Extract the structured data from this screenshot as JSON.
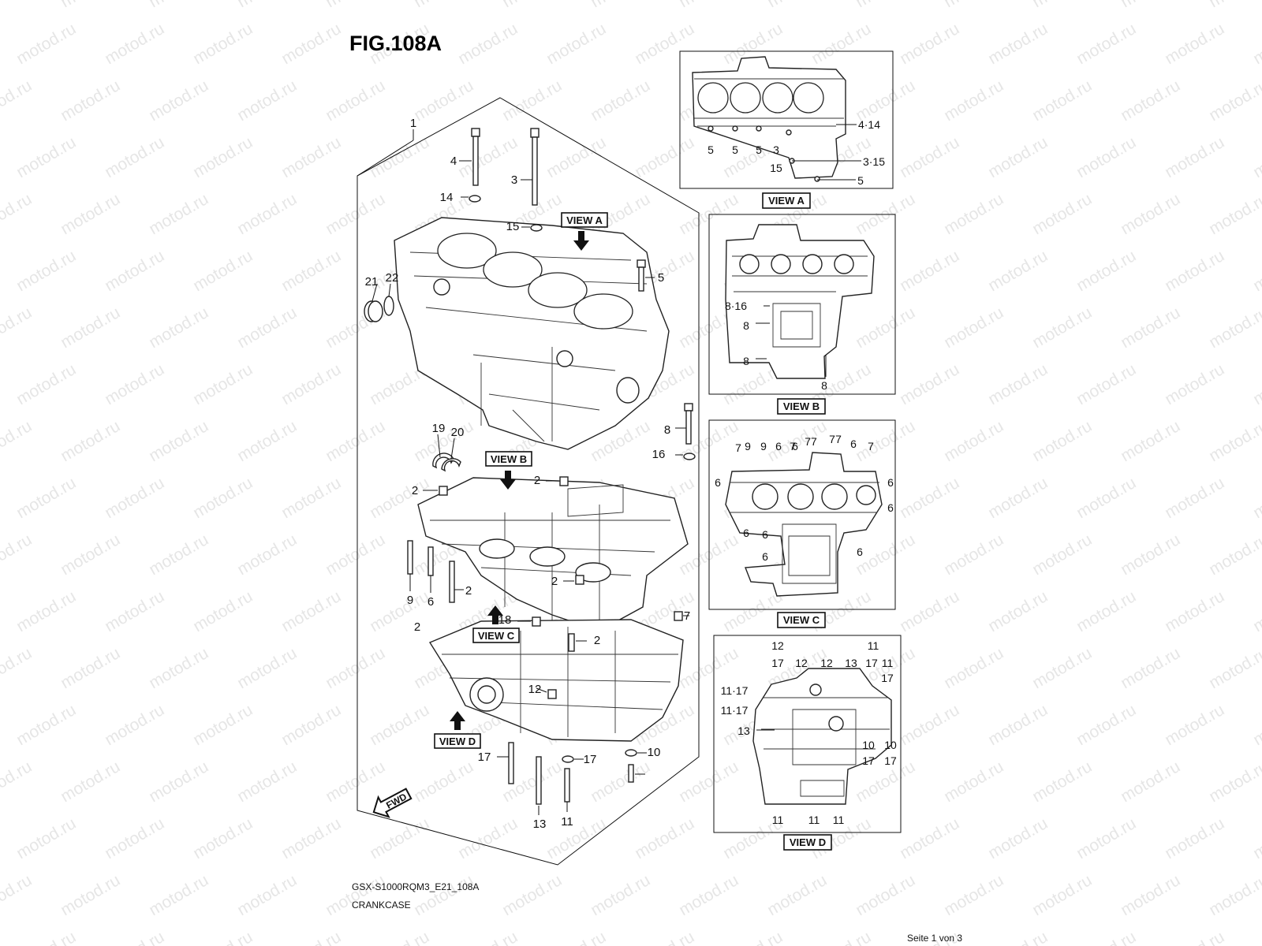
{
  "figure": {
    "title": "FIG.108A",
    "model_code": "GSX-S1000RQM3_E21_108A",
    "assembly_name": "CRANKCASE",
    "page_indicator": "Seite 1 von 3",
    "watermark": "motod.ru",
    "fwd_label": "FWD"
  },
  "main_view": {
    "view_markers": [
      "VIEW A",
      "VIEW B",
      "VIEW C",
      "VIEW D"
    ],
    "callouts": [
      "1",
      "4",
      "3",
      "14",
      "15",
      "5",
      "21",
      "22",
      "8",
      "16",
      "19",
      "20",
      "2",
      "2",
      "2",
      "7",
      "9",
      "6",
      "2",
      "2",
      "18",
      "2",
      "12",
      "17",
      "17",
      "10",
      "13",
      "11"
    ]
  },
  "detail_views": [
    {
      "caption": "VIEW A",
      "callouts": [
        "4·14",
        "5",
        "5",
        "5",
        "3",
        "15",
        "3·15",
        "5"
      ]
    },
    {
      "caption": "VIEW B",
      "callouts": [
        "8·16",
        "8",
        "8",
        "8"
      ]
    },
    {
      "caption": "VIEW C",
      "callouts": [
        "9",
        "7",
        "9",
        "6",
        "7",
        "6",
        "77",
        "7",
        "7",
        "6",
        "7",
        "6",
        "6",
        "6",
        "6",
        "6",
        "6",
        "6"
      ]
    },
    {
      "caption": "VIEW D",
      "callouts": [
        "12",
        "11",
        "17",
        "12",
        "12",
        "13",
        "17",
        "11",
        "17",
        "11·17",
        "11·17",
        "13",
        "10",
        "17",
        "10",
        "17",
        "11",
        "11",
        "11"
      ]
    }
  ],
  "colors": {
    "line": "#111111",
    "watermark": "#e6e6e6",
    "background": "#ffffff"
  }
}
